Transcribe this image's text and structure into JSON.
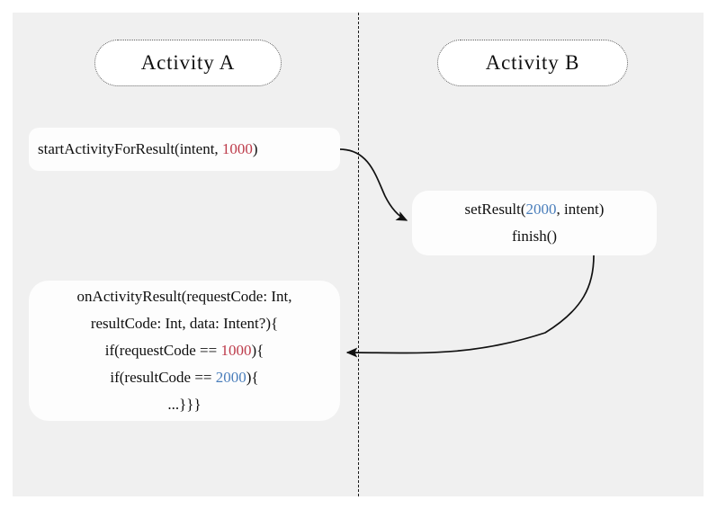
{
  "diagram": {
    "title": "Android startActivityForResult sequence diagram",
    "background_color": "#f0f0f0",
    "page_color": "#ffffff",
    "divider_style": "dashed-vertical"
  },
  "lanes": [
    {
      "id": "lane-a",
      "label": "Activity  A"
    },
    {
      "id": "lane-b",
      "label": "Activity  B"
    }
  ],
  "colors": {
    "request_code": "#bd3b4a",
    "result_code": "#4a7ebb",
    "text": "#101010",
    "arrow": "#111111"
  },
  "boxes": {
    "start_activity": {
      "id": "box-start",
      "lane": "Activity A",
      "lines": [
        {
          "segments": [
            {
              "text": "startActivityForResult(intent, ",
              "style": "plain"
            },
            {
              "text": "1000",
              "style": "num-red"
            },
            {
              "text": ")",
              "style": "plain"
            }
          ]
        }
      ]
    },
    "set_result": {
      "id": "box-setresult",
      "lane": "Activity B",
      "lines": [
        {
          "segments": [
            {
              "text": "setResult(",
              "style": "plain"
            },
            {
              "text": "2000",
              "style": "num-blue"
            },
            {
              "text": ", intent)",
              "style": "plain"
            }
          ]
        },
        {
          "segments": [
            {
              "text": "finish()",
              "style": "plain"
            }
          ]
        }
      ]
    },
    "on_activity_result": {
      "id": "box-onresult",
      "lane": "Activity A",
      "lines": [
        {
          "segments": [
            {
              "text": "onActivityResult(requestCode: Int,",
              "style": "plain"
            }
          ]
        },
        {
          "segments": [
            {
              "text": "resultCode: Int, data: Intent?){",
              "style": "plain"
            }
          ]
        },
        {
          "segments": [
            {
              "text": "if(requestCode == ",
              "style": "plain"
            },
            {
              "text": "1000",
              "style": "num-red"
            },
            {
              "text": "){",
              "style": "plain"
            }
          ]
        },
        {
          "segments": [
            {
              "text": "if(resultCode == ",
              "style": "plain"
            },
            {
              "text": "2000",
              "style": "num-blue"
            },
            {
              "text": "){",
              "style": "plain"
            }
          ]
        },
        {
          "segments": [
            {
              "text": "...}}}",
              "style": "plain"
            }
          ]
        }
      ]
    }
  },
  "arrows": [
    {
      "id": "arrow-forward",
      "from": "startActivityForResult(intent, 1000)",
      "to": "setResult(2000, intent)",
      "direction": "left-to-right",
      "shape": "s-curve"
    },
    {
      "id": "arrow-return",
      "from": "finish()",
      "to": "onActivityResult(requestCode: Int, resultCode: Int, data: Intent?){",
      "direction": "right-to-left",
      "shape": "curve"
    }
  ]
}
